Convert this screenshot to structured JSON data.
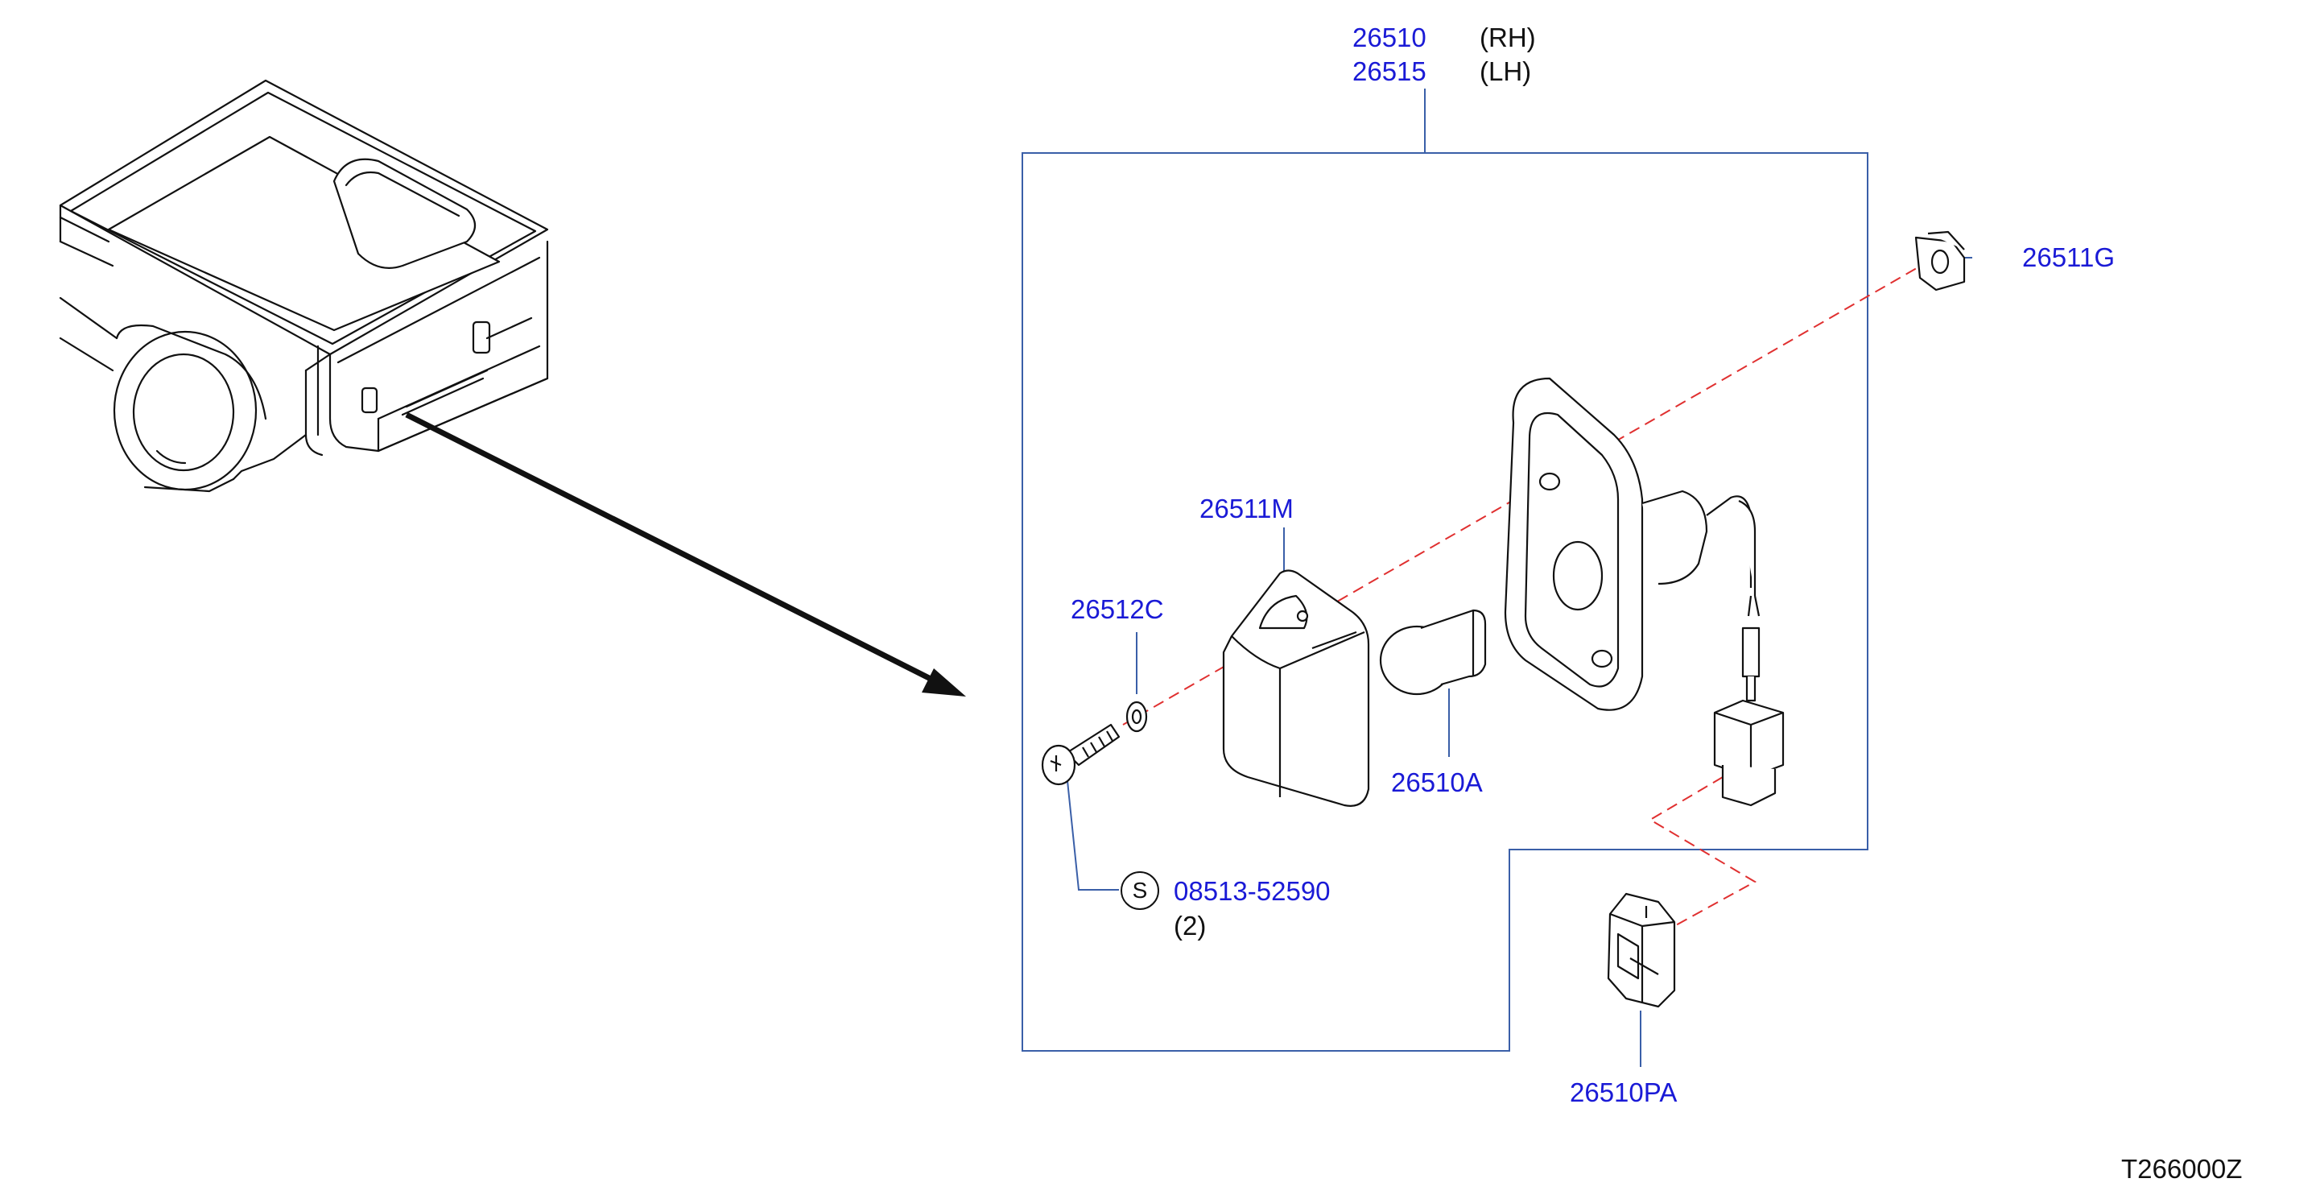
{
  "diagram": {
    "callouts": {
      "assembly_rh": {
        "part": "26510",
        "side": "(RH)"
      },
      "assembly_lh": {
        "part": "26515",
        "side": "(LH)"
      },
      "clip_nut": "26511G",
      "lens": "26511M",
      "washer": "26512C",
      "bulb": "26510A",
      "screw": {
        "symbol": "S",
        "part": "08513-52590",
        "qty": "(2)"
      },
      "bracket": "26510PA"
    },
    "figure_code": "T266000Z"
  },
  "colors": {
    "part_number": "#1a1ad6",
    "leader_line": "#3a5fa8",
    "dashed_guide": "#e03030",
    "drawing": "#111111"
  }
}
